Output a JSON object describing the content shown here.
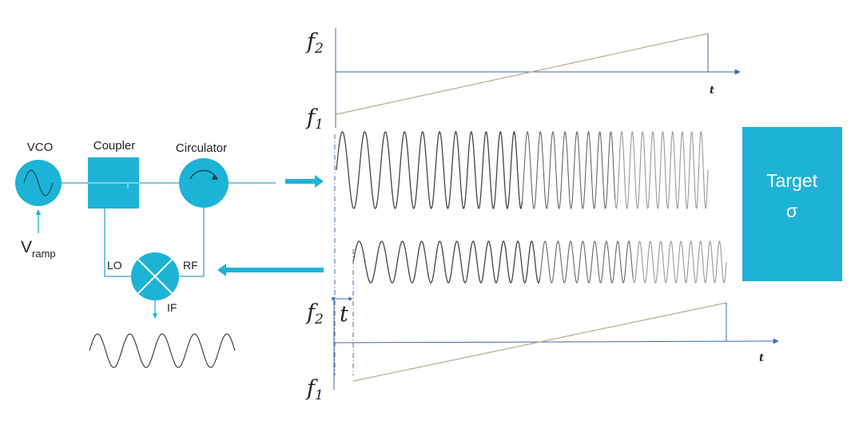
{
  "blocks": {
    "vco": "VCO",
    "coupler": "Coupler",
    "circulator": "Circulator",
    "v": "V",
    "ramp": "ramp",
    "lo": "LO",
    "rf": "RF",
    "if": "IF"
  },
  "target": {
    "line1": "Target",
    "line2": "σ"
  },
  "upper_plot": {
    "f_high": "f",
    "f_high_sub": "2",
    "f_low": "f",
    "f_low_sub": "1",
    "t": "t"
  },
  "lower_plot": {
    "f_high": "f",
    "f_high_sub": "2",
    "f_low": "f",
    "f_low_sub": "1",
    "t": "t",
    "delay": "t"
  },
  "colors": {
    "accent": "#1cb3d6",
    "line": "#33a8cc",
    "axis": "#3d6aa8",
    "ramp": "#b8aa93",
    "wave": "#444444",
    "wave_light": "#999999"
  }
}
